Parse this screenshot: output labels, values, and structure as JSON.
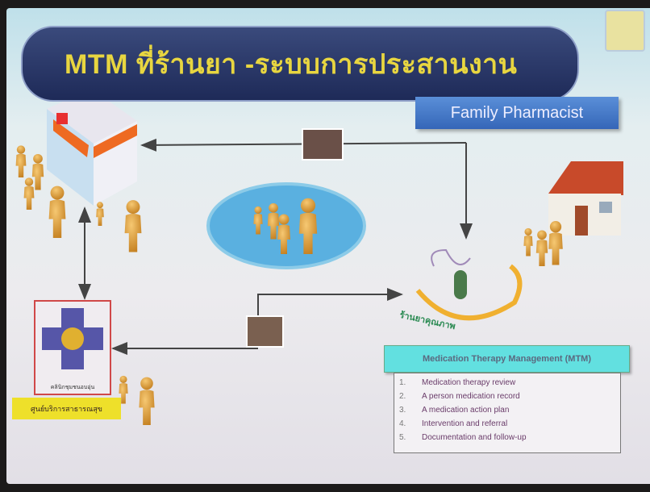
{
  "slide": {
    "title": "MTM ที่ร้านยา -ระบบการประสานงาน",
    "family_pharmacist": "Family Pharmacist",
    "clinic_label": "คลินิกชุมชนอบอุ่น",
    "health_center_label": "ศูนย์บริการสาธารณสุข",
    "quality_pharmacy_logo": "ร้านยาคุณภาพ",
    "mtm": {
      "header": "Medication Therapy Management (MTM)",
      "items": [
        {
          "num": "1.",
          "text": "Medication therapy review"
        },
        {
          "num": "2.",
          "text": "A person medication record"
        },
        {
          "num": "3.",
          "text": "A medication action plan"
        },
        {
          "num": "4.",
          "text": "Intervention and referral"
        },
        {
          "num": "5.",
          "text": "Documentation and follow-up"
        }
      ]
    }
  },
  "colors": {
    "title_bg": "#26336a",
    "title_text": "#e8d640",
    "family_box": "#4577c8",
    "mtm_header": "#62e0e0",
    "label_yellow": "#eee02a"
  }
}
